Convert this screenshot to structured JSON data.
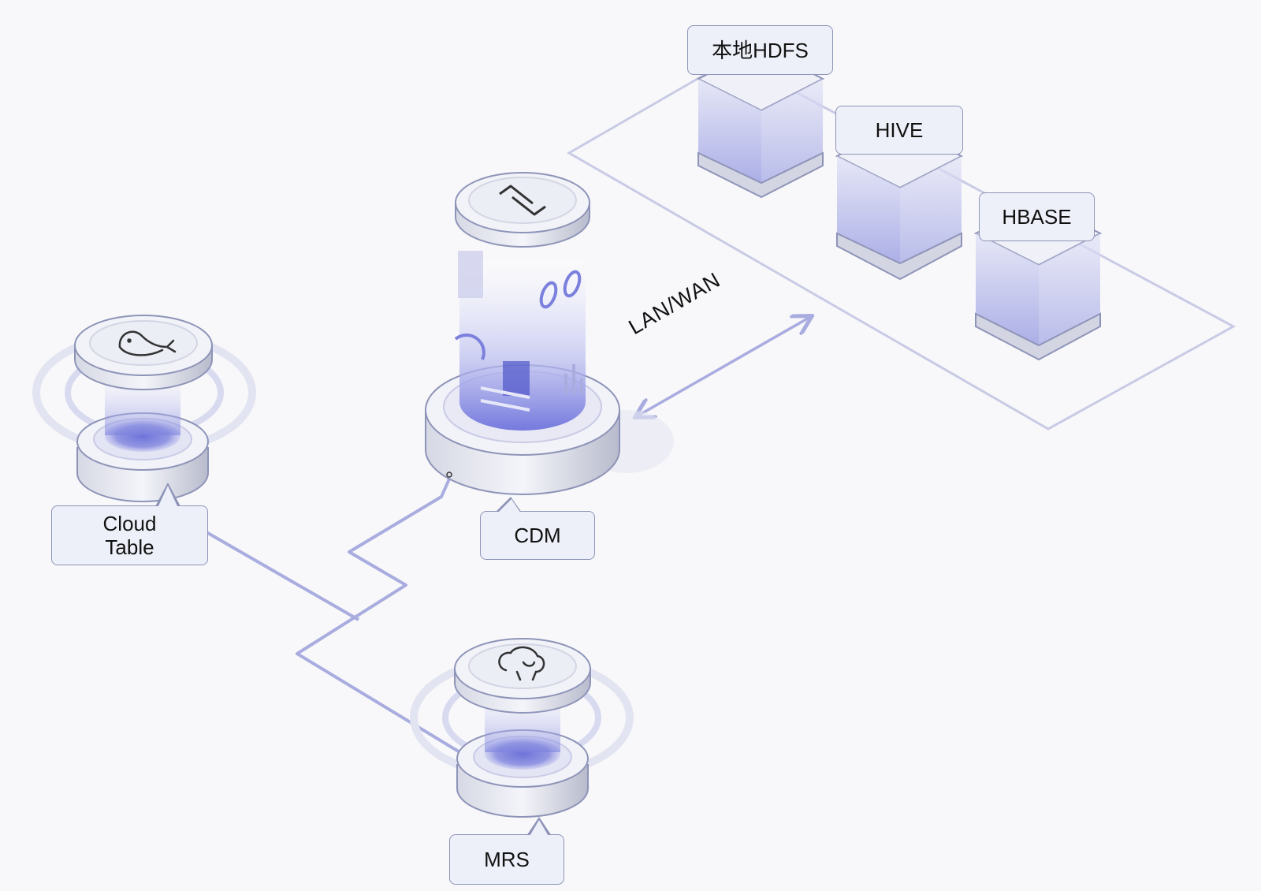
{
  "labels": {
    "hdfs": "本地HDFS",
    "hive": "HIVE",
    "hbase": "HBASE",
    "cdm": "CDM",
    "cloudtable": "Cloud\nTable",
    "mrs": "MRS",
    "lan_wan": "LAN/WAN"
  },
  "icons": {
    "cdm": "transfer-slash-icon",
    "cloudtable": "whale-icon",
    "mrs": "elephant-icon"
  },
  "colors": {
    "accent": "#7b80dd",
    "line": "#a9acdf",
    "platform": "#c9cbe6",
    "label_bg": "#eef0f9",
    "label_border": "#8e94b8"
  }
}
